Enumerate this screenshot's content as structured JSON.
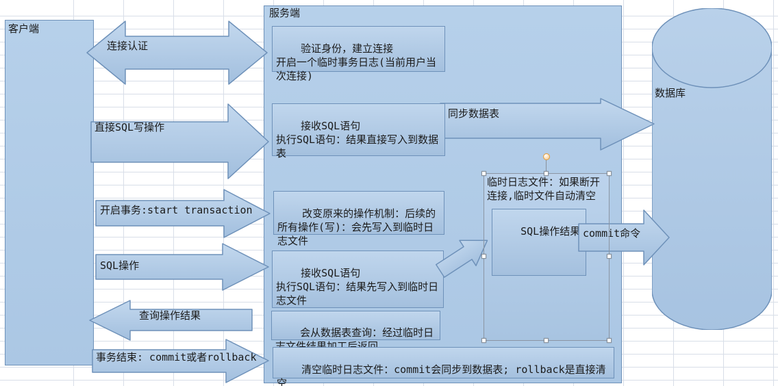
{
  "palette": {
    "shape_fill_top": "#c0d6ed",
    "shape_fill_bottom": "#a4c0de",
    "shape_border": "#6e91b9",
    "grid_line": "#d8dee8",
    "text": "#1b1b1b",
    "selection_outline": "#8b95a3",
    "rotate_handle": "#e39b38"
  },
  "nodes": {
    "client": "客户端",
    "server": "服务端",
    "database": "数据库",
    "server_steps": {
      "auth": "验证身份，建立连接\n开启一个临时事务日志(当前用户当次连接)",
      "direct_sql": "接收SQL语句\n执行SQL语句：结果直接写入到数据表",
      "change_mechanism": "改变原来的操作机制：后续的所有操作(写)：会先写入到临时日志文件",
      "txn_sql": "接收SQL语句\n执行SQL语句：结果先写入到临时日志文件",
      "query": "会从数据表查询：经过临时日志文件结果加工后返回",
      "clear_log": "清空临时日志文件：commit会同步到数据表; rollback是直接清空"
    },
    "temp_log": "临时日志文件：如果断开连接,临时文件自动清空",
    "sql_result": "SQL操作结果"
  },
  "arrows": {
    "connect_auth": "连接认证",
    "direct_sql_write": "直接SQL写操作",
    "start_transaction": "开启事务:start transaction",
    "sql_operation": "SQL操作",
    "query_result": "查询操作结果",
    "transaction_end": "事务结束: commit或者rollback",
    "sync_table": "同步数据表",
    "commit_command": "commit命令"
  }
}
